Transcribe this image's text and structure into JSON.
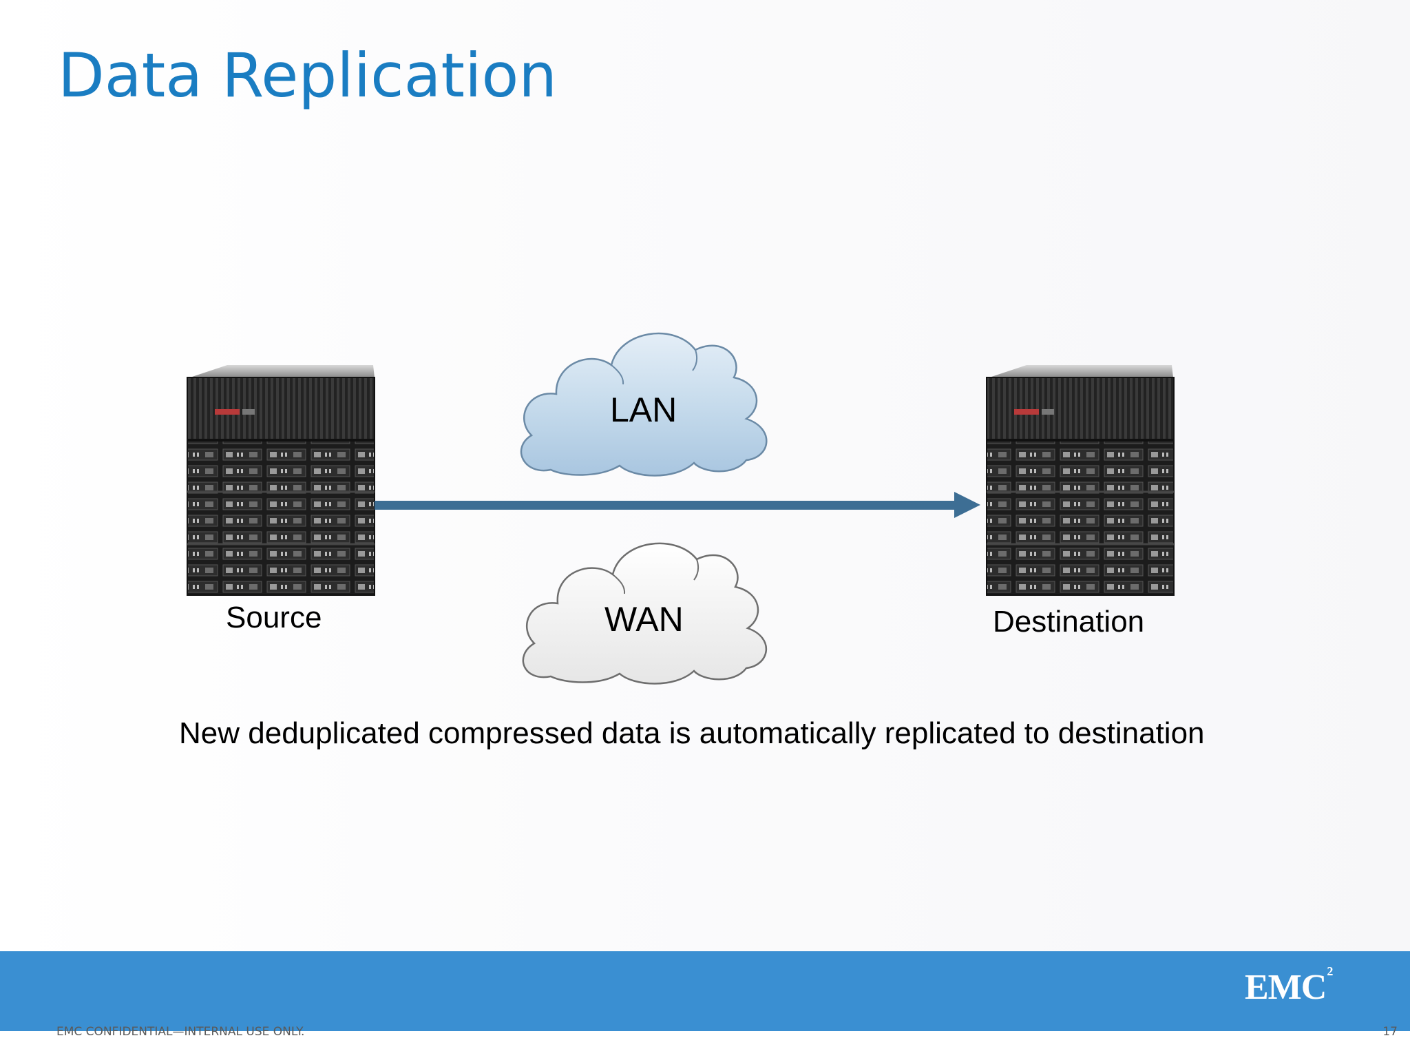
{
  "slide": {
    "title": "Data Replication",
    "caption": "New deduplicated compressed data is automatically replicated to destination",
    "page_number": "17",
    "confidential": "EMC CONFIDENTIAL—INTERNAL USE ONLY.",
    "logo": "EMC",
    "logo_superscript": "2"
  },
  "diagram": {
    "source_label": "Source",
    "destination_label": "Destination",
    "lan_label": "LAN",
    "wan_label": "WAN",
    "source_icon": "storage-rack-icon",
    "destination_icon": "storage-rack-icon",
    "lan_icon": "cloud-icon",
    "wan_icon": "cloud-icon",
    "arrow_color": "#3d6e94",
    "lan_cloud_color": "#bcd4e8",
    "wan_cloud_color": "#f2f2f2"
  },
  "colors": {
    "title": "#1a7dc2",
    "footer_bar": "#3a8fd2"
  }
}
